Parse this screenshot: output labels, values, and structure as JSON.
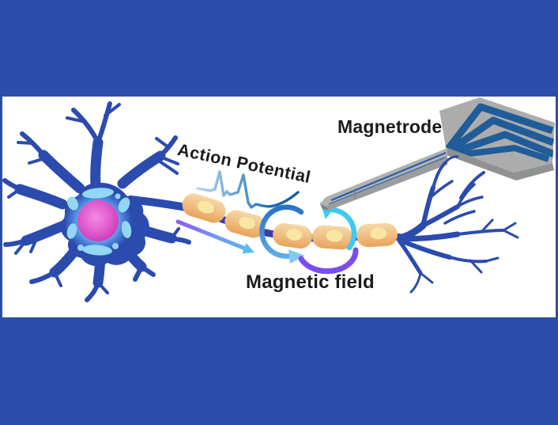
{
  "figure": {
    "background_color": "#2c4da9",
    "panel_background": "#ffffff",
    "labels": {
      "action_potential": "Action Potential",
      "magnetic_field": "Magnetic field",
      "magnetrode": "Magnetrode"
    },
    "icons": {
      "neuron_cell": "neuron-cell-icon",
      "cell_nucleus": "cell-nucleus-icon",
      "myelinated_axon": "myelinated-axon-icon",
      "action_potential_waveform": "action-potential-waveform-icon",
      "propagation_arrow": "propagation-arrow-icon",
      "magnetic_field_rings": "magnetic-field-ring-icon",
      "magnetrode_probe": "magnetrode-probe-icon",
      "axon_terminal_branches": "axon-terminal-branches-icon"
    },
    "myelin_segment_count": 5,
    "probe_stripe_count": 4,
    "colors": {
      "neuron_blue": "#2b4bae",
      "soma_glow": "#9fd9f5",
      "organelle_light_blue": "#93d7f4",
      "nucleus_magenta": "#d94ac4",
      "myelin_tan": "#eeb273",
      "myelin_highlight": "#f9e6a3",
      "axon_indigo": "#3a3fa6",
      "waveform_light_blue": "#9cc4e8",
      "waveform_dark_blue": "#1b6fb5",
      "arrow_purple": "#8d5cf2",
      "arrow_light_blue": "#58bcf0",
      "ring_blue": "#2a72c8",
      "ring_cyan": "#3ec9f4",
      "ring_purple": "#7b4cf0",
      "probe_gray": "#acacac",
      "probe_gray_dark": "#8f9193",
      "probe_stripe_blue": "#1f5c99",
      "label_color": "#1d1a1c"
    }
  }
}
